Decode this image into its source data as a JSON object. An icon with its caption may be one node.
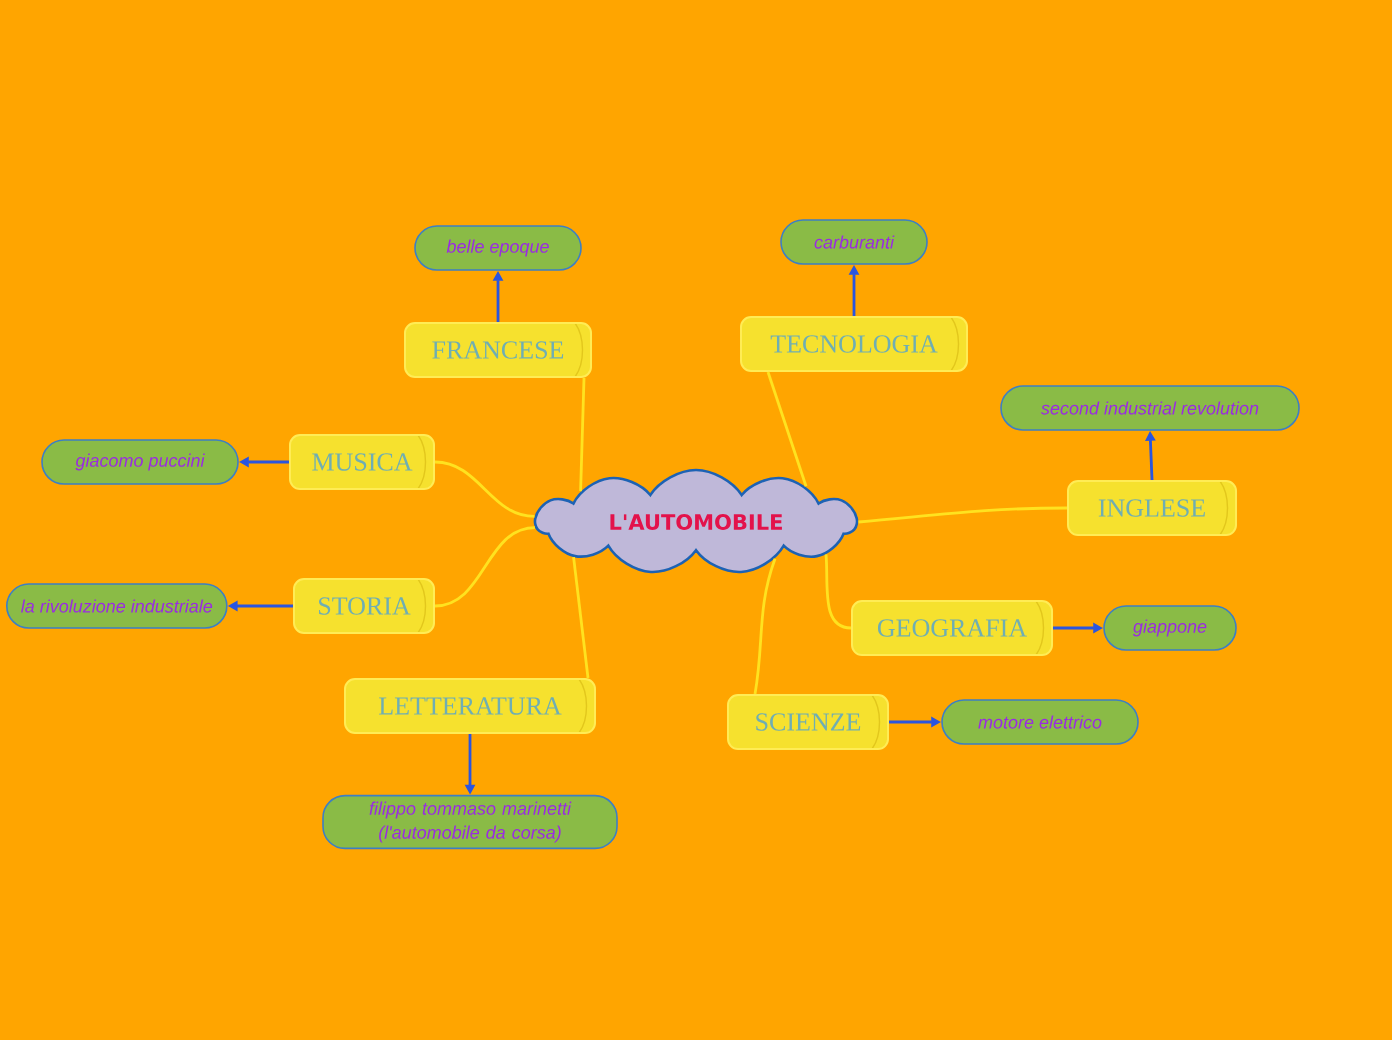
{
  "diagram": {
    "nodes": [
      {
        "text": [
          "L'AUTOMOBILE"
        ]
      },
      {
        "text": [
          "FRANCESE"
        ]
      },
      {
        "text": [
          "belle epoque"
        ]
      },
      {
        "text": [
          "TECNOLOGIA"
        ]
      },
      {
        "text": [
          "carburanti"
        ]
      },
      {
        "text": [
          "MUSICA"
        ]
      },
      {
        "text": [
          "giacomo puccini"
        ]
      },
      {
        "text": [
          "INGLESE"
        ]
      },
      {
        "text": [
          "second industrial revolution"
        ]
      },
      {
        "text": [
          "STORIA"
        ]
      },
      {
        "text": [
          "la rivoluzione industriale"
        ]
      },
      {
        "text": [
          "GEOGRAFIA"
        ]
      },
      {
        "text": [
          "giappone"
        ]
      },
      {
        "text": [
          "LETTERATURA"
        ]
      },
      {
        "text": [
          "filippo tommaso marinetti (l'automobile da corsa)"
        ]
      },
      {
        "text": [
          "SCIENZE"
        ]
      },
      {
        "text": [
          "motore elettrico"
        ]
      }
    ],
    "edges": [
      {
        "from": 0,
        "to": 1,
        "arrow": "none",
        "color": "#ffe21f"
      },
      {
        "from": 1,
        "to": 2,
        "arrow": "to",
        "color": "#2a55e0"
      },
      {
        "from": 0,
        "to": 3,
        "arrow": "none",
        "color": "#ffe21f"
      },
      {
        "from": 3,
        "to": 4,
        "arrow": "to",
        "color": "#2a55e0"
      },
      {
        "from": 0,
        "to": 5,
        "arrow": "none",
        "color": "#ffe21f"
      },
      {
        "from": 5,
        "to": 6,
        "arrow": "to",
        "color": "#2a55e0"
      },
      {
        "from": 0,
        "to": 7,
        "arrow": "none",
        "color": "#ffe21f"
      },
      {
        "from": 7,
        "to": 8,
        "arrow": "to",
        "color": "#2a55e0"
      },
      {
        "from": 0,
        "to": 9,
        "arrow": "none",
        "color": "#ffe21f"
      },
      {
        "from": 9,
        "to": 10,
        "arrow": "to",
        "color": "#2a55e0"
      },
      {
        "from": 0,
        "to": 11,
        "arrow": "none",
        "color": "#ffe21f"
      },
      {
        "from": 11,
        "to": 12,
        "arrow": "to",
        "color": "#2a55e0"
      },
      {
        "from": 0,
        "to": 13,
        "arrow": "none",
        "color": "#ffe21f"
      },
      {
        "from": 13,
        "to": 14,
        "arrow": "to",
        "color": "#2a55e0"
      },
      {
        "from": 0,
        "to": 15,
        "arrow": "none",
        "color": "#ffe21f"
      },
      {
        "from": 15,
        "to": 16,
        "arrow": "to",
        "color": "#2a55e0"
      }
    ]
  }
}
